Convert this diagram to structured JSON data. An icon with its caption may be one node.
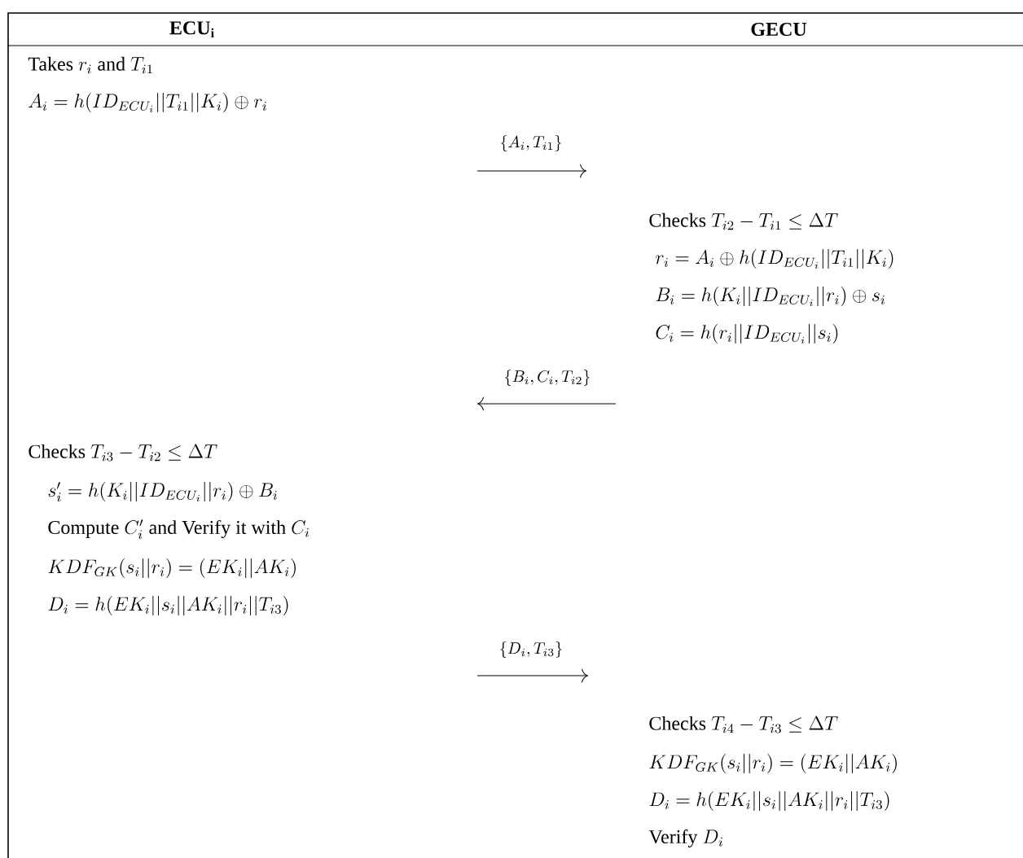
{
  "diagram": {
    "labels": [
      "\\mathbf{ECU_i}",
      "\\mathbf{GECU}",
      "\\text{Takes } r_i \\text{ and } T_{i1}",
      "A_i = h(ID_{ECU_i}||T_{i1}||K_i) \\oplus r_i",
      "\\left\\{A_i,T_{i1}\\right\\}",
      "\\text{Checks } T_{i2} - T_{i1} \\leq \\Delta T",
      "r_i = A_i \\oplus h(ID_{ECU_i}||T_{i1}||K_i)",
      "B_i = h(K_i||ID_{ECU_i}||r_i) \\oplus s_i",
      "C_i = h(r_i||ID_{ECU_i}||s_i)",
      "\\left\\{B_i,C_i,T_{i2}\\right\\}",
      "\\text{Checks } T_{i3} - T_{i2} \\leq \\Delta T",
      "s_i' = h(K_i||ID_{ECU_i}||r_i) \\oplus B_i",
      "\\text{Compute } C_i' \\text{ and Verify it with } C_i",
      "KDF_{GK}(s_i||r_i) = (EK_i||AK_i)",
      "D_i = h(EK_i||s_i||AK_i||r_i||T_{i3})",
      "\\left\\{D_i,T_{i3}\\right\\}",
      "\\text{Checks } T_{i4} - T_{i3} \\leq \\Delta T",
      "KDF_{GK}(s_i||r_i) = (EK_i||AK_i)",
      "D_i = h(EK_i||s_i||AK_i||r_i||T_{i3})",
      "\\text{Verify } D_i"
    ]
  }
}
